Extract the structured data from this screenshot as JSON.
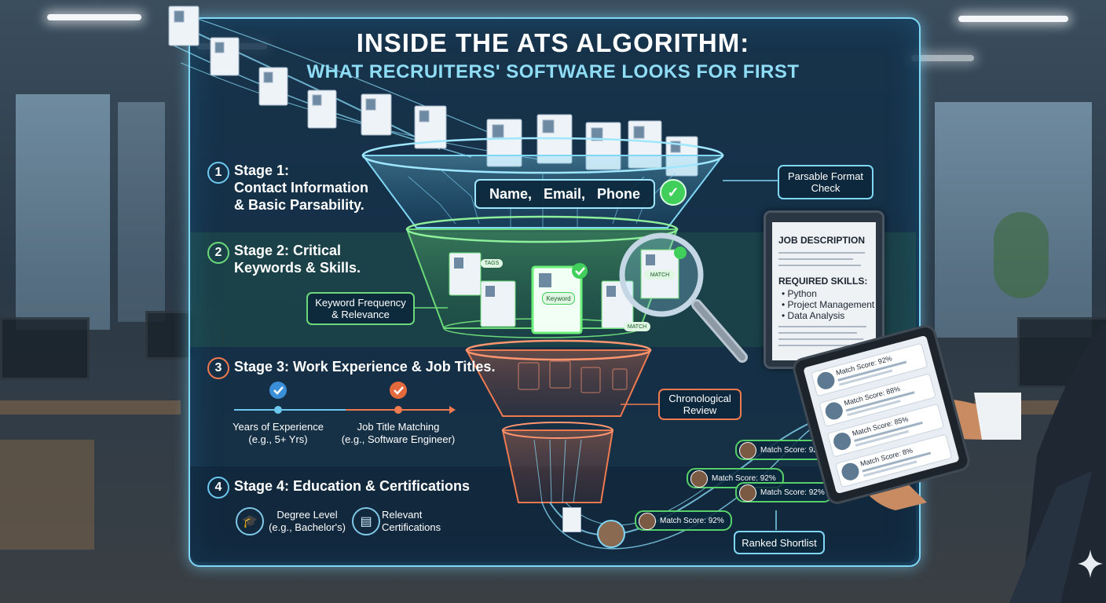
{
  "title": {
    "line1": "INSIDE THE ATS ALGORITHM:",
    "line2": "WHAT RECRUITERS' SOFTWARE LOOKS FOR FIRST"
  },
  "stages": [
    {
      "number": "1",
      "title": "Stage 1:\nContact Information\n& Basic Parsability.",
      "color": "#6cc7ef"
    },
    {
      "number": "2",
      "title": "Stage 2: Critical\nKeywords & Skills.",
      "color": "#6bd979"
    },
    {
      "number": "3",
      "title": "Stage 3: Work Experience & Job Titles.",
      "color": "#f07a50"
    },
    {
      "number": "4",
      "title": "Stage 4: Education & Certifications",
      "color": "#6cc7ef"
    }
  ],
  "stage1": {
    "fields": "Name,   Email,   Phone",
    "parsable_check": "Parsable Format\nCheck"
  },
  "stage2": {
    "keyword_label": "Keyword Frequency\n& Relevance",
    "tags": [
      "Keyword",
      "MATCH",
      "MATCH",
      "TAGS"
    ]
  },
  "stage3": {
    "years_label": "Years of Experience\n(e.g., 5+ Yrs)",
    "title_label": "Job Title Matching\n(e.g., Software Engineer)",
    "chrono_label": "Chronological\nReview"
  },
  "stage4": {
    "degree_label": "Degree Level\n(e.g., Bachelor's)",
    "cert_label": "Relevant\nCertifications"
  },
  "job_description": {
    "heading": "JOB DESCRIPTION",
    "skills_heading": "REQUIRED SKILLS:",
    "skills": [
      "• Python",
      "• Project Management",
      "• Data Analysis"
    ]
  },
  "shortlist": {
    "label": "Ranked Shortlist",
    "scores": [
      "Match Score: 92%",
      "Match Score: 92%",
      "Match Score: 92%",
      "Match Score: 92%"
    ]
  },
  "tablet": {
    "rows": [
      "Match Score: 92%",
      "Match Score: 88%",
      "Match Score: 85%",
      "Match Score: 8%"
    ]
  },
  "colors": {
    "panel_border": "#7fd6f5",
    "stage1": "#6cc7ef",
    "stage2": "#6bd979",
    "stage3": "#f07a50",
    "accent_check": "#3fcf5a"
  },
  "icons": [
    "resume-icon",
    "checkmark-icon",
    "magnifier-icon",
    "graduation-cap-icon",
    "certificate-icon",
    "spark-icon"
  ]
}
